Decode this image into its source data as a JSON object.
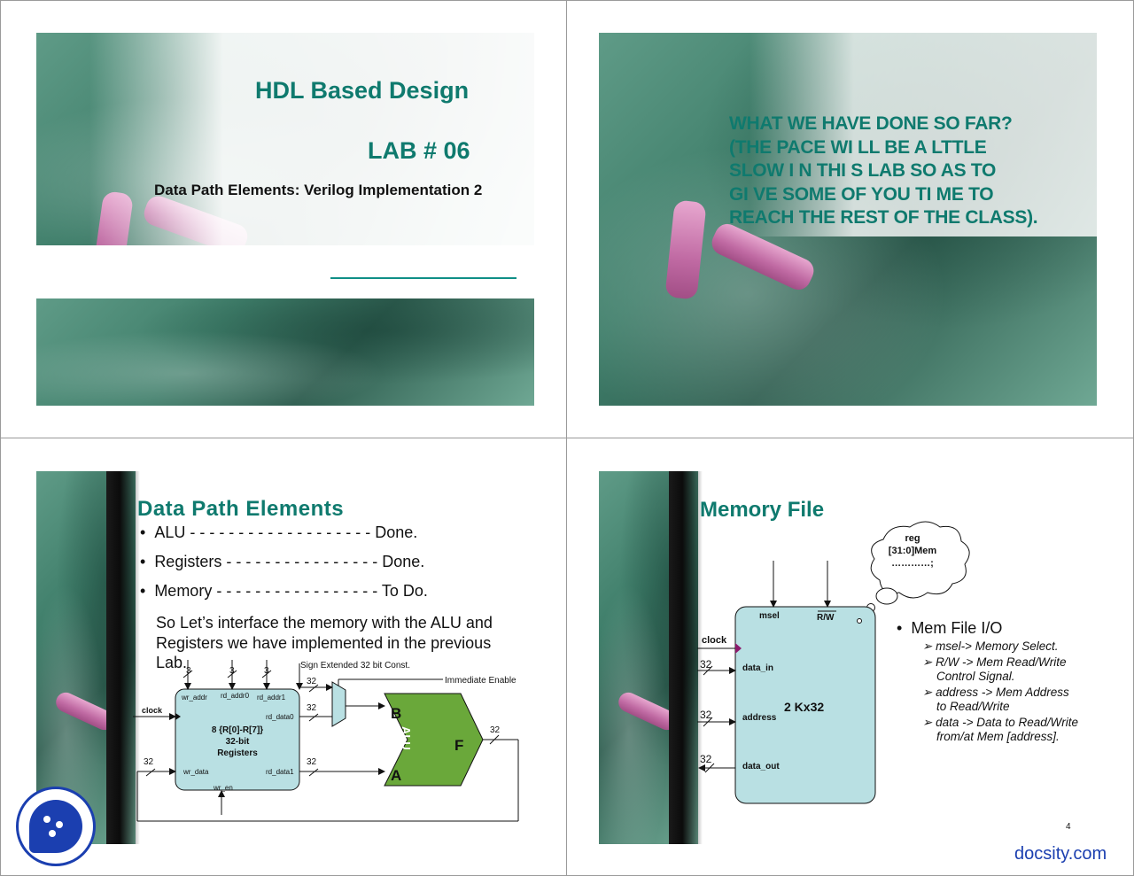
{
  "slide1": {
    "title": "HDL Based Design",
    "lab": "LAB #  06",
    "subtitle": "Data Path Elements: Verilog Implementation 2"
  },
  "slide2": {
    "lines": [
      "WHAT WE HAVE DONE SO FAR?",
      "(THE PACE WI LL BE A LTTLE",
      "SLOW I N THI S LAB SO AS TO",
      "GI VE SOME OF YOU TI ME TO",
      "REACH THE REST OF THE CLASS)."
    ]
  },
  "slide3": {
    "title": "Data Path Elements",
    "bullets": [
      "ALU  - - - - - - - - - - - - - - - - - - - Done.",
      "Registers - - - - - - - - - - - - - - - - Done.",
      "Memory - - - - - - - - - - - - - - - - - To Do."
    ],
    "paragraph_lines": [
      "So Let’s interface the memory with the ALU and",
      "Registers we have implemented in the previous",
      "Lab."
    ],
    "diagram": {
      "sign_ext": "Sign Extended 32 bit Const.",
      "imm_enable": "Immediate Enable",
      "clock": "clock",
      "wr_addr": "wr_addr",
      "rd_addr0": "rd_addr0",
      "rd_addr1": "rd_addr1",
      "rd_data0": "rd_data0",
      "rd_data1": "rd_data1",
      "wr_data": "wr_data",
      "wr_en": "wr_en",
      "reg_line1": "8 {R[0]-R[7]}",
      "reg_line2": "32-bit",
      "reg_line3": "Registers",
      "alu": "ALU",
      "b": "B",
      "a": "A",
      "f": "F",
      "n3a": "3",
      "n3b": "3",
      "n3c": "3",
      "n32_imm": "32",
      "n32_rd0": "32",
      "n32_rd1": "32",
      "n32_f": "32",
      "n32_wr": "32"
    }
  },
  "slide4": {
    "title": "Memory File",
    "cloud": [
      "reg",
      "[31:0]Mem",
      "…………;"
    ],
    "mem": {
      "msel": "msel",
      "rw": "R/W",
      "clock": "clock",
      "data_in": "data_in",
      "address": "address",
      "data_out": "data_out",
      "size": "2 Kx32",
      "n32a": "32",
      "n32b": "32",
      "n32c": "32"
    },
    "io_heading": "Mem File I/O",
    "io_items": [
      [
        "msel-> Memory Select."
      ],
      [
        "R/W -> Mem Read/Write",
        "Control Signal."
      ],
      [
        "address -> Mem Address",
        "to Read/Write"
      ],
      [
        "data -> Data to Read/Write",
        "from/at Mem [address]."
      ]
    ],
    "page_number": "4"
  },
  "footer": {
    "brand": "docsity.com"
  },
  "colors": {
    "teal": "#0f7a6e",
    "block": "#b9e0e3",
    "alu": "#6aa83a"
  }
}
